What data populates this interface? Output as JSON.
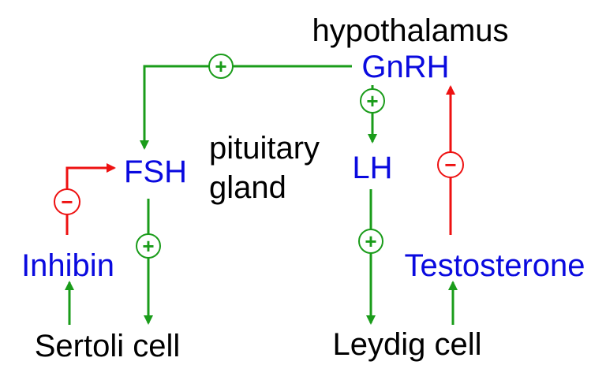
{
  "colors": {
    "hormone": "#0a0adf",
    "text": "#000000",
    "stimulate": "#1a9c1a",
    "inhibit": "#ee1111"
  },
  "labels": {
    "hypothalamus": "hypothalamus",
    "gnrh": "GnRH",
    "pituitary_line1": "pituitary",
    "pituitary_line2": "gland",
    "fsh": "FSH",
    "lh": "LH",
    "inhibin": "Inhibin",
    "testosterone": "Testosterone",
    "sertoli": "Sertoli cell",
    "leydig": "Leydig cell"
  },
  "signs": {
    "plus": "+",
    "minus": "−"
  }
}
